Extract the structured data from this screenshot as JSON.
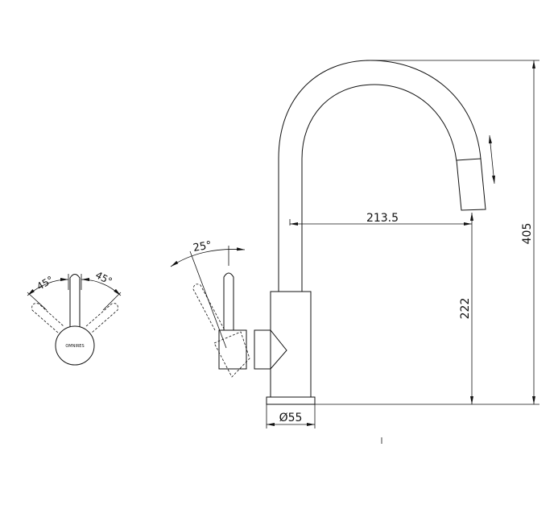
{
  "dimensions": {
    "reach": "213.5",
    "spout_height": "222",
    "total_height": "405",
    "base_diameter": "Ø55",
    "lever_tilt": "25°",
    "rotation_left": "45°",
    "rotation_right": "45°"
  },
  "logo": "OMNIRES"
}
